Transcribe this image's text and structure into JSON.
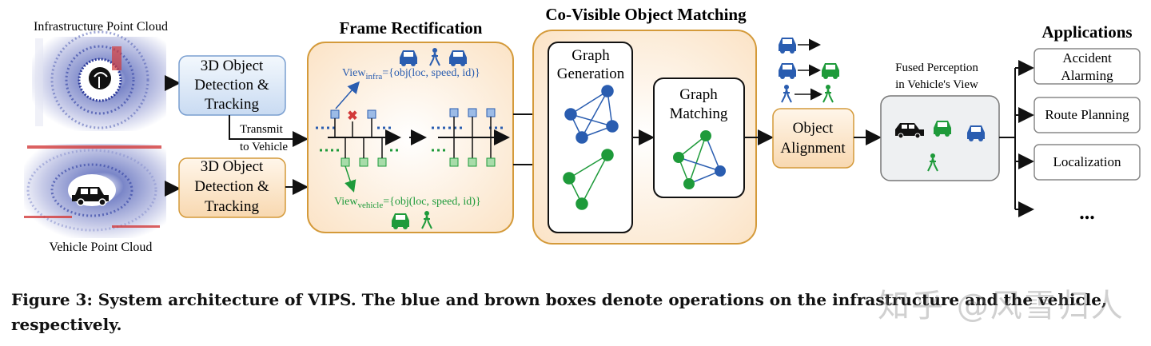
{
  "labels": {
    "infra_cloud": "Infrastructure Point Cloud",
    "vehicle_cloud": "Vehicle Point Cloud",
    "det_infra_1": "3D Object",
    "det_infra_2": "Detection &",
    "det_infra_3": "Tracking",
    "det_veh_1": "3D Object",
    "det_veh_2": "Detection &",
    "det_veh_3": "Tracking",
    "transmit_1": "Transmit",
    "transmit_2": "to Vehicle",
    "frame_rect": "Frame Rectification",
    "view_infra_main": "View",
    "view_infra_sub": "infra",
    "view_infra_rest": "={obj(loc, speed, id)}",
    "view_veh_main": "View",
    "view_veh_sub": "vehicle",
    "view_veh_rest": "={obj(loc, speed, id)}",
    "co_visible": "Co-Visible Object Matching",
    "graph_gen_1": "Graph",
    "graph_gen_2": "Generation",
    "graph_match_1": "Graph",
    "graph_match_2": "Matching",
    "obj_align_1": "Object",
    "obj_align_2": "Alignment",
    "fused_1": "Fused Perception",
    "fused_2": "in Vehicle's View",
    "applications": "Applications",
    "app_accident_1": "Accident",
    "app_accident_2": "Alarming",
    "app_route": "Route Planning",
    "app_local": "Localization",
    "app_more": "..."
  },
  "caption": "Figure 3: System architecture of VIPS. The blue and brown boxes denote operations on the infrastructure and the vehicle, respectively.",
  "watermark": "知乎 @风雪归人",
  "colors": {
    "blue_node": "#2a5db0",
    "green_node": "#1e9a3a",
    "orange_border": "#d49a3a",
    "blue_box_fill": "#dce8f7",
    "orange_box_fill": "#fbe3c6"
  }
}
